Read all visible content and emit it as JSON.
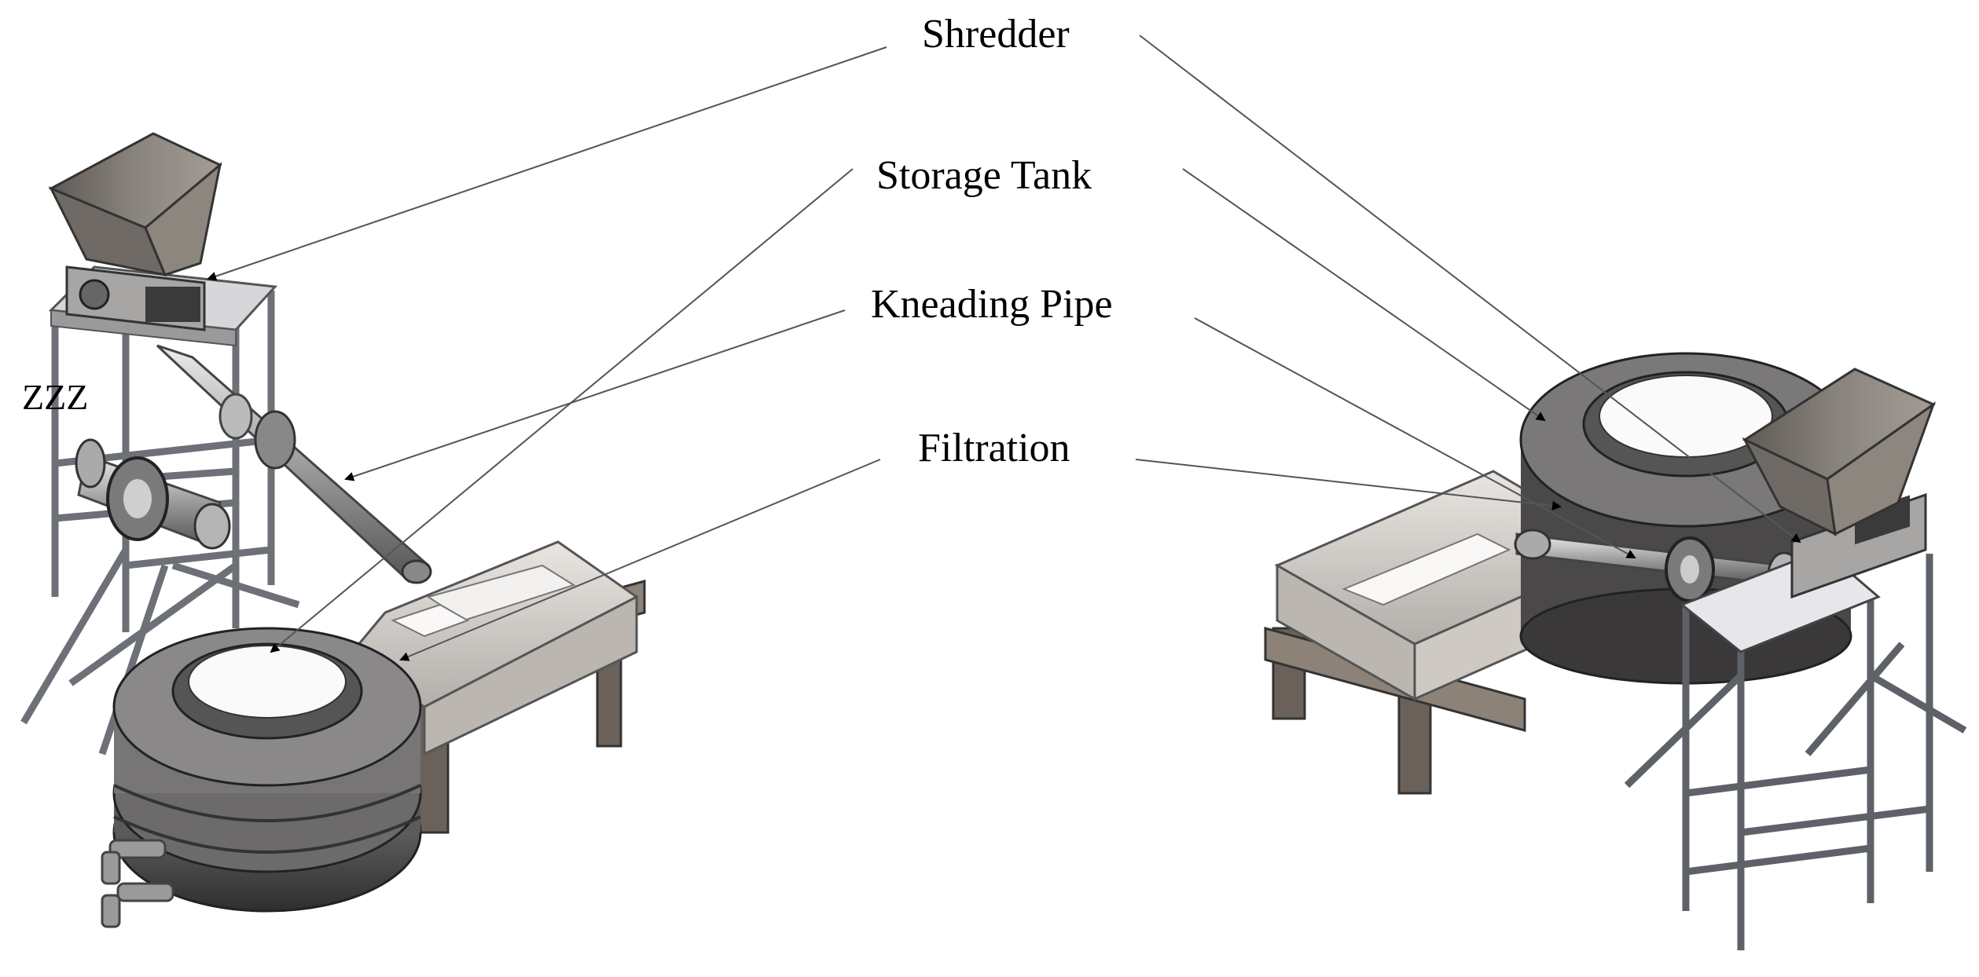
{
  "labels": {
    "shredder": "Shredder",
    "storage_tank": "Storage Tank",
    "kneading_pipe": "Kneading Pipe",
    "filtration": "Filtration",
    "zzz": "ZZZ"
  },
  "colors": {
    "metal_light": "#d9d6d3",
    "metal_mid": "#a9a6a3",
    "metal_dark": "#5a5856",
    "hopper": "#7b7671",
    "tire": "#6b6969",
    "tire_dark": "#3f3e3e",
    "leader_line": "#555555",
    "frame": "#8b8e94"
  }
}
